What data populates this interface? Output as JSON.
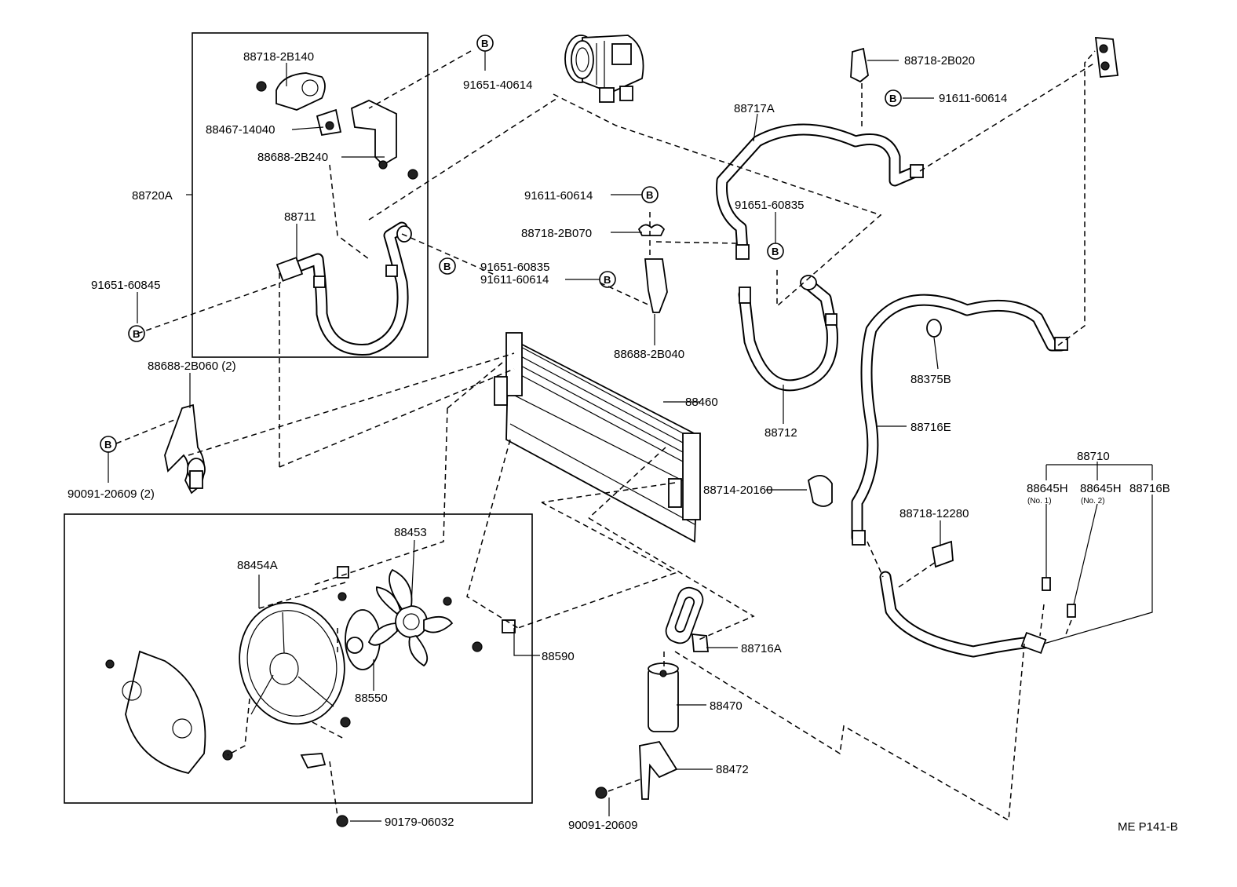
{
  "diagram": {
    "code": "ME P141-B",
    "ref_symbol": "B",
    "boxes": {
      "bracket_group": "88720A",
      "fan_group": "88590",
      "cooler_group": "88710"
    },
    "labels": {
      "p_88718_2b140": "88718-2B140",
      "p_88467_14040": "88467-14040",
      "p_88688_2b240": "88688-2B240",
      "p_88720a": "88720A",
      "p_88711": "88711",
      "p_91651_60845": "91651-60845",
      "p_88688_2b060": "88688-2B060 (2)",
      "p_90091_20609_2": "90091-20609 (2)",
      "p_91651_40614": "91651-40614",
      "p_91651_60835_a": "91651-60835",
      "p_91611_60614_a": "91611-60614",
      "p_88718_2b070": "88718-2B070",
      "p_91611_60614_b": "91611-60614",
      "p_88688_2b040": "88688-2B040",
      "p_88717a": "88717A",
      "p_88718_2b020": "88718-2B020",
      "p_91611_60614_c": "91611-60614",
      "p_91651_60835_b": "91651-60835",
      "p_88712": "88712",
      "p_88375b": "88375B",
      "p_88716e": "88716E",
      "p_88460": "88460",
      "p_88714_20160": "88714-20160",
      "p_88718_12280": "88718-12280",
      "p_88710": "88710",
      "p_88645h_1": "88645H",
      "p_88645h_1_sub": "(No. 1)",
      "p_88645h_2": "88645H",
      "p_88645h_2_sub": "(No. 2)",
      "p_88716b": "88716B",
      "p_88453": "88453",
      "p_88454a": "88454A",
      "p_88550": "88550",
      "p_88590": "88590",
      "p_88716a": "88716A",
      "p_88470": "88470",
      "p_88472": "88472",
      "p_90091_20609": "90091-20609",
      "p_90179_06032": "90179-06032"
    }
  }
}
